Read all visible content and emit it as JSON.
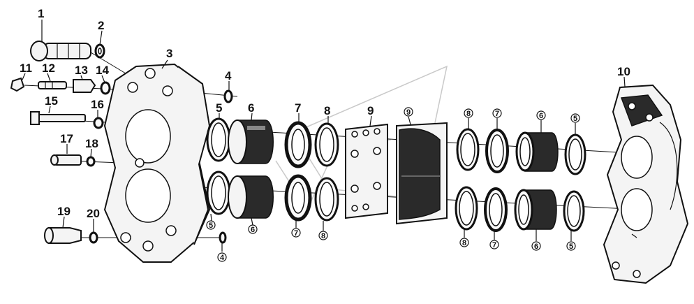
{
  "diagram": {
    "callouts": [
      {
        "id": "c1",
        "text": "1"
      },
      {
        "id": "c2",
        "text": "2"
      },
      {
        "id": "c3",
        "text": "3"
      },
      {
        "id": "c4",
        "text": "4"
      },
      {
        "id": "c5",
        "text": "5"
      },
      {
        "id": "c6",
        "text": "6"
      },
      {
        "id": "c7",
        "text": "7"
      },
      {
        "id": "c8",
        "text": "8"
      },
      {
        "id": "c9",
        "text": "9"
      },
      {
        "id": "c10",
        "text": "10"
      },
      {
        "id": "c11",
        "text": "11"
      },
      {
        "id": "c12",
        "text": "12"
      },
      {
        "id": "c13",
        "text": "13"
      },
      {
        "id": "c14",
        "text": "14"
      },
      {
        "id": "c15",
        "text": "15"
      },
      {
        "id": "c16",
        "text": "16"
      },
      {
        "id": "c17",
        "text": "17"
      },
      {
        "id": "c18",
        "text": "18"
      },
      {
        "id": "c19",
        "text": "19"
      },
      {
        "id": "c20",
        "text": "20"
      }
    ],
    "circled_labels": [
      {
        "id": "k5a",
        "text": "5"
      },
      {
        "id": "k6a",
        "text": "6"
      },
      {
        "id": "k7a",
        "text": "7"
      },
      {
        "id": "k8a",
        "text": "8"
      },
      {
        "id": "k4a",
        "text": "4"
      },
      {
        "id": "k9a",
        "text": "9"
      },
      {
        "id": "k8b",
        "text": "8"
      },
      {
        "id": "k7b",
        "text": "7"
      },
      {
        "id": "k6b",
        "text": "6"
      },
      {
        "id": "k5b",
        "text": "5"
      },
      {
        "id": "k8c",
        "text": "8"
      },
      {
        "id": "k7c",
        "text": "7"
      },
      {
        "id": "k6c",
        "text": "6"
      },
      {
        "id": "k5c",
        "text": "5"
      }
    ]
  }
}
